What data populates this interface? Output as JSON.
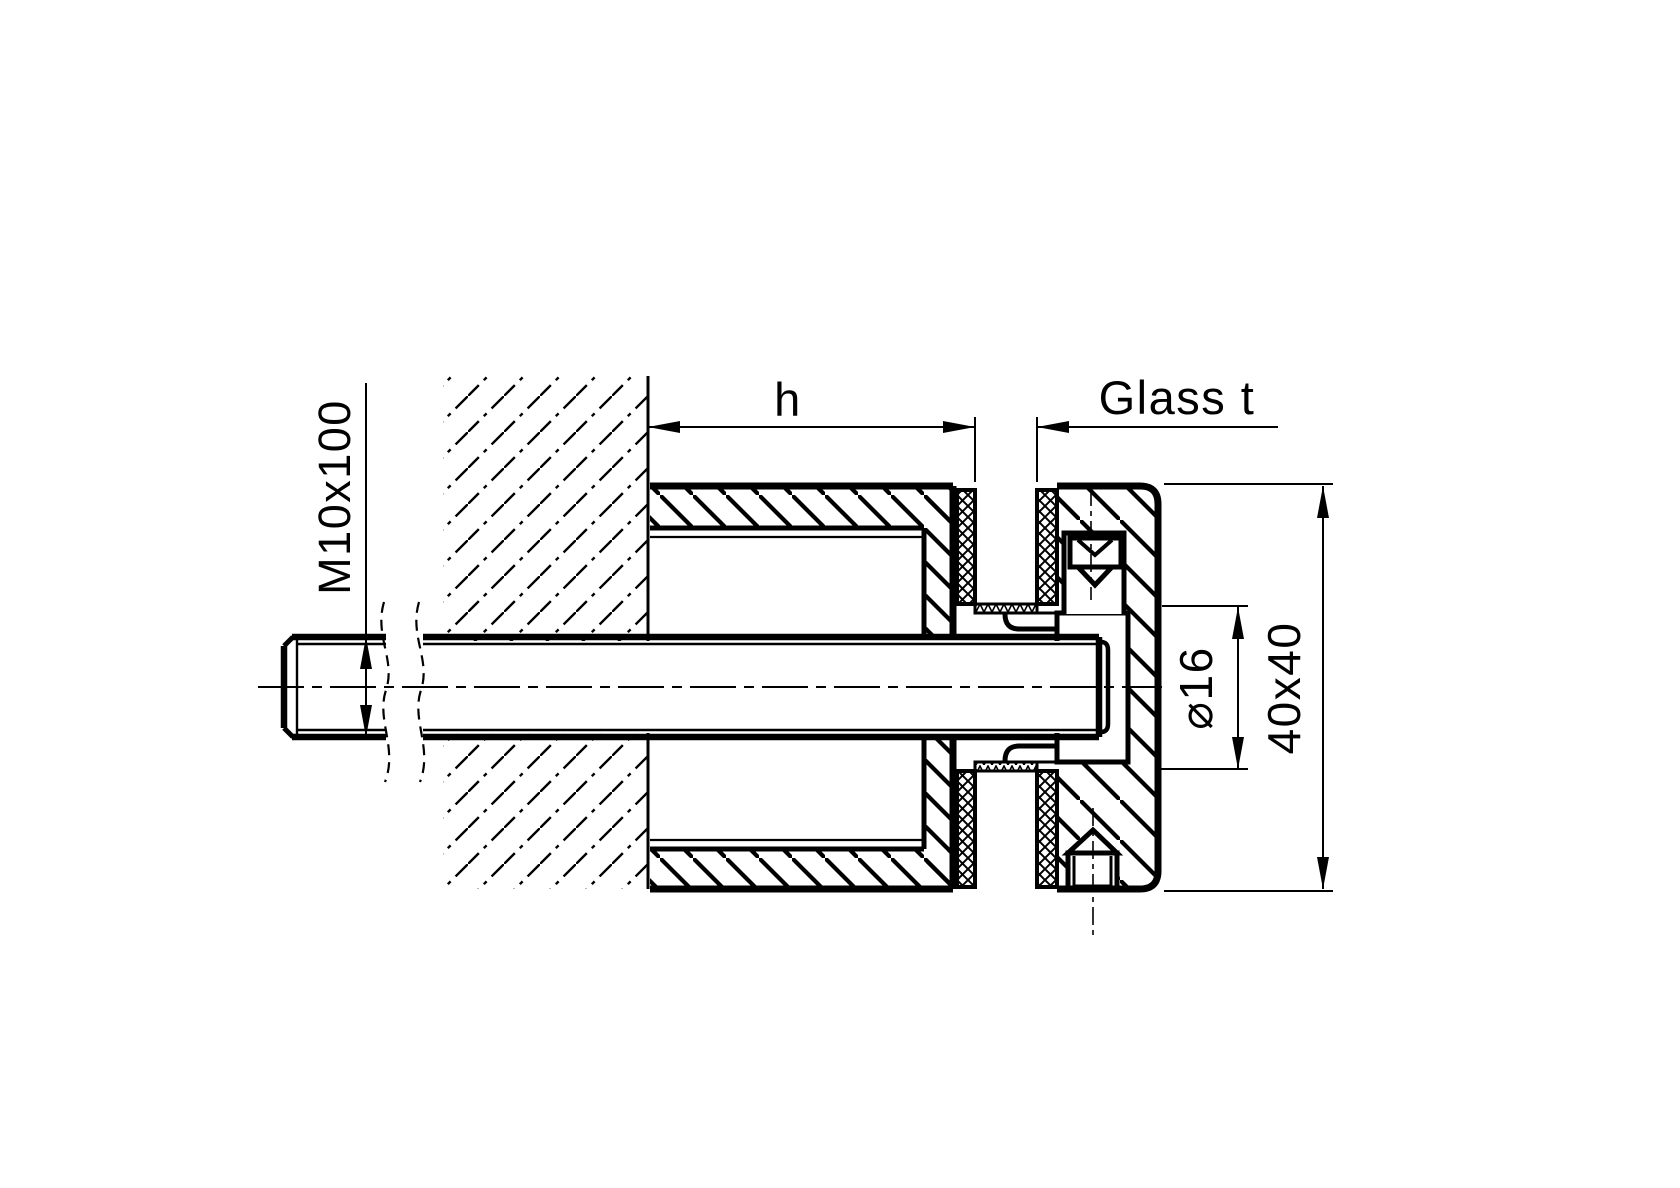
{
  "drawing": {
    "kind": "technical-section-drawing",
    "subject": "glass adapter wall mount, cross-section",
    "labels": {
      "thread": "M10x100",
      "spacer_height": "h",
      "glass_thickness": "Glass t",
      "bushing_diameter": "⌀16",
      "body_dimensions": "40x40"
    },
    "colors": {
      "line": "#000000",
      "background": "#ffffff"
    }
  }
}
